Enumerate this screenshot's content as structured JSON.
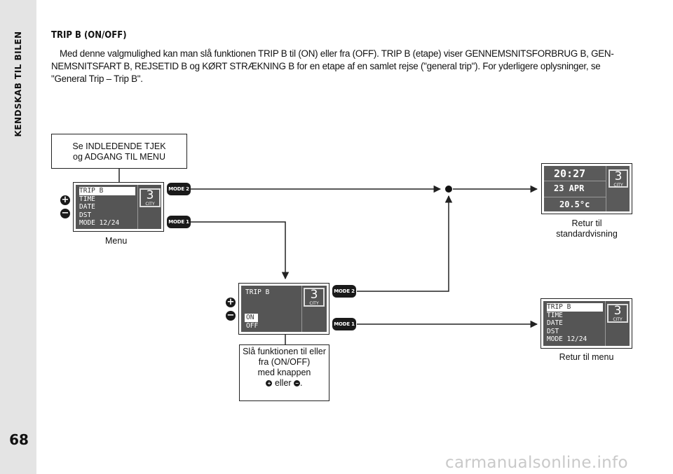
{
  "sidebar": {
    "section_title": "KENDSKAB TIL BILEN",
    "page_number": "68"
  },
  "heading": "TRIP B (ON/OFF)",
  "body": "Med denne valgmulighed kan man slå funktionen TRIP B til (ON) eller fra (OFF). TRIP B (etape) viser GENNEMSNITSFORBRUG B, GEN-NEMSNITSFART B, REJSETID B og KØRT STRÆKNING B for en etape af en samlet rejse (\"general trip\"). For yderligere oplysninger, se \"General Trip – Trip B\".",
  "diagram": {
    "start_box": {
      "line1": "Se INDLEDENDE TJEK",
      "line2": "og ADGANG TIL MENU"
    },
    "menu_display": {
      "items": [
        "TRIP B",
        "TIME",
        "DATE",
        "DST",
        "MODE 12/24"
      ],
      "gear": "3",
      "gear_label": "CITY",
      "caption": "Menu"
    },
    "trip_display": {
      "title": "TRIP B",
      "options": [
        "ON",
        "OFF"
      ],
      "gear": "3",
      "gear_label": "CITY"
    },
    "standard_display": {
      "time": "20:27",
      "date": "23 APR",
      "temp": "20.5°c",
      "gear": "3",
      "gear_label": "CITY"
    },
    "captions": {
      "standard_line1": "Retur til",
      "standard_line2": "standardvisning",
      "return_menu": "Retur til menu"
    },
    "instruction": {
      "line1": "Slå funktionen til eller",
      "line2": "fra (ON/OFF)",
      "line3": "med knappen",
      "between": "eller",
      "end": "."
    },
    "buttons": {
      "mode2": "MODE 2",
      "mode1": "MODE 1",
      "plus": "+",
      "minus": "−"
    }
  },
  "watermark": "carmanualsonline.info"
}
